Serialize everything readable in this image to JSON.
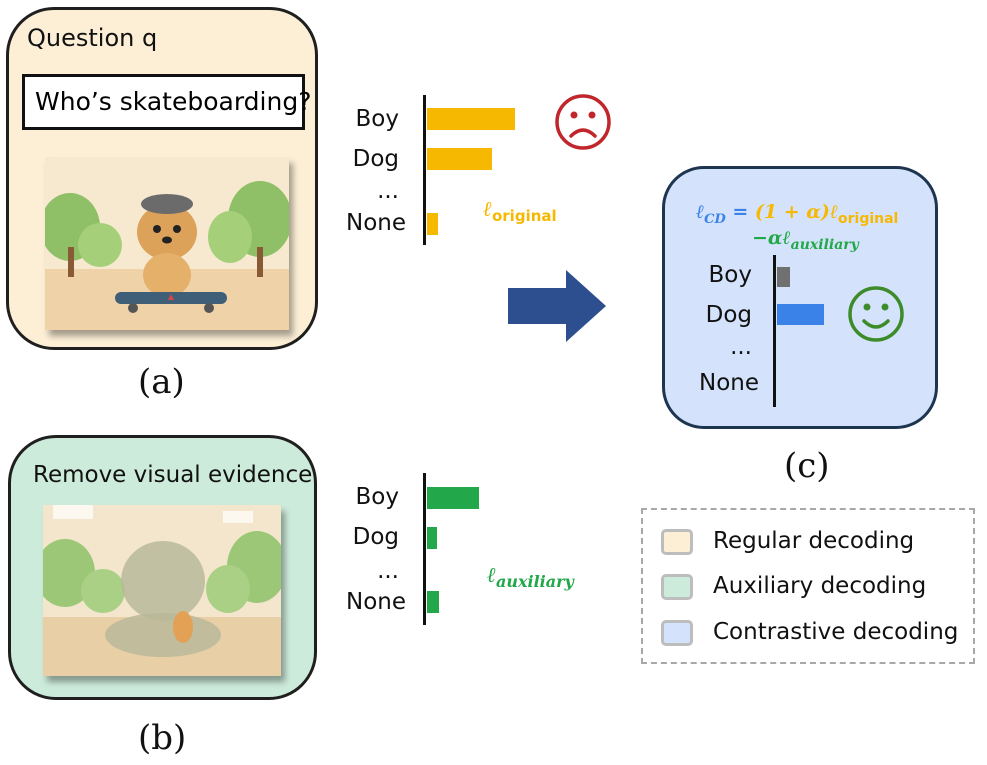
{
  "panel_a": {
    "title": "Question q",
    "question": "Who’s skateboarding?",
    "caption": "(a)",
    "bars": [
      {
        "label": "Boy",
        "value": 1.0
      },
      {
        "label": "Dog",
        "value": 0.74
      },
      {
        "label": "...",
        "value": null
      },
      {
        "label": "None",
        "value": 0.12
      }
    ],
    "logit_label_sym": "ℓ",
    "logit_label_sub": "original",
    "bar_color": "#f6b800",
    "face": "sad-face-icon",
    "face_color": "#c0262b"
  },
  "panel_b": {
    "title": "Remove visual evidence",
    "caption": "(b)",
    "bars": [
      {
        "label": "Boy",
        "value": 1.0
      },
      {
        "label": "Dog",
        "value": 0.2
      },
      {
        "label": "...",
        "value": null
      },
      {
        "label": "None",
        "value": 0.23
      }
    ],
    "logit_label_sym": "ℓ",
    "logit_label_sub": "auxiliary",
    "bar_color": "#22a84a"
  },
  "arrow": {
    "icon": "right-arrow-icon",
    "color": "#2e4f8f"
  },
  "panel_c": {
    "caption": "(c)",
    "formula": {
      "lhs": "ℓ",
      "lhs_sub": "CD",
      "eq": " = ",
      "term1": "(1 + α)ℓ",
      "term1_sub": "original",
      "term2": "−αℓ",
      "term2_sub": "auxiliary"
    },
    "bars": [
      {
        "label": "Boy",
        "value": 0.28,
        "color": "#707070"
      },
      {
        "label": "Dog",
        "value": 1.0,
        "color": "#3b82e8"
      },
      {
        "label": "...",
        "value": null
      },
      {
        "label": "None",
        "value": 0.0
      }
    ],
    "face": "happy-face-icon",
    "face_color": "#3d8b2a",
    "colors": {
      "lhs": "#3b82e8",
      "term1": "#f6b800",
      "term2": "#22a84a"
    }
  },
  "legend": {
    "items": [
      {
        "label": "Regular decoding",
        "color": "#fcefd6"
      },
      {
        "label": "Auxiliary decoding",
        "color": "#cdebdb"
      },
      {
        "label": "Contrastive decoding",
        "color": "#d4e3fb"
      }
    ]
  }
}
